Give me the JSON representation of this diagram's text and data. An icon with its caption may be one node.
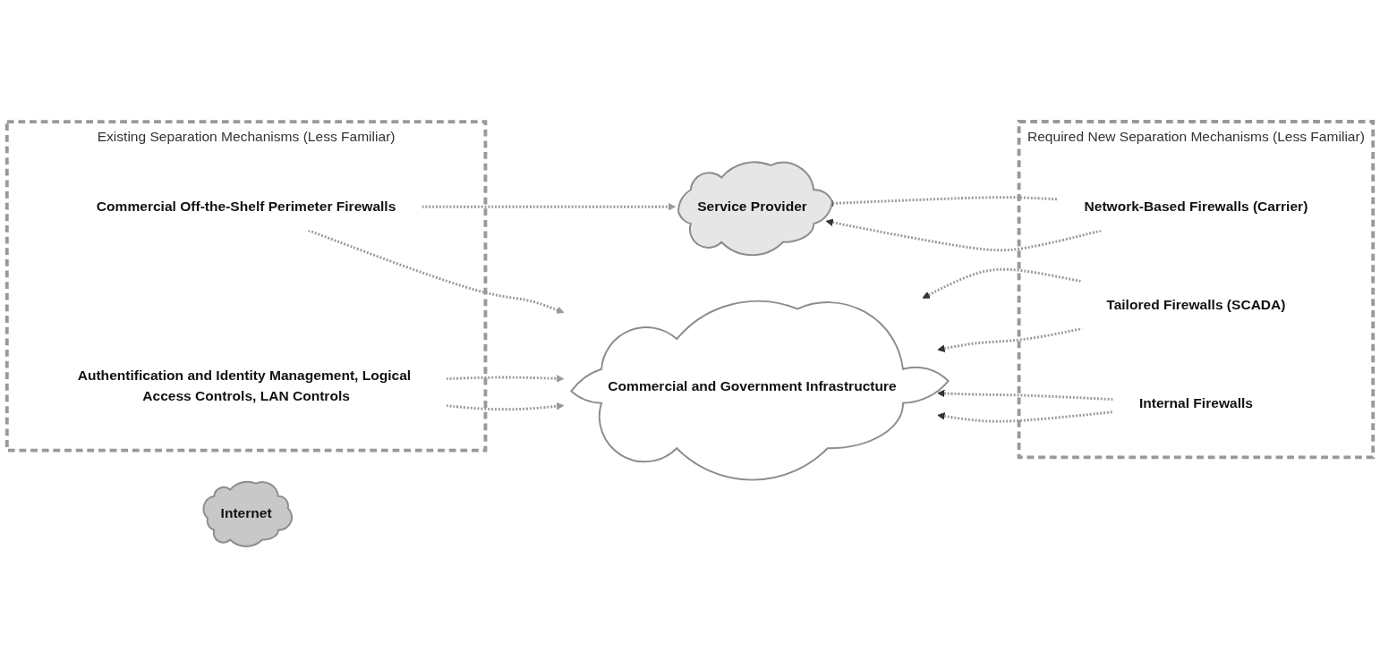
{
  "diagram": {
    "nodes": [
      {
        "text": [
          "Existing Separation Mechanisms (Less Familiar)"
        ]
      },
      {
        "text": [
          "Commercial Off-the-Shelf Perimeter Firewalls"
        ],
        "in": 0
      },
      {
        "text": [
          "Authentification and Identity Management, Logical Access Controls, LAN Controls"
        ],
        "in": 0
      },
      {
        "text": [
          "Internet"
        ]
      },
      {
        "text": [
          "Service Provider"
        ]
      },
      {
        "text": [
          "Commercial and Government Infrastructure"
        ]
      },
      {
        "text": [
          "Required New Separation Mechanisms (Less Familiar)"
        ]
      },
      {
        "text": [
          "Network-Based Firewalls (Carrier)"
        ],
        "in": 6
      },
      {
        "text": [
          "Tailored Firewalls (SCADA)"
        ],
        "in": 6
      },
      {
        "text": [
          "Internal Firewalls"
        ],
        "in": 6
      }
    ],
    "edges": [
      {
        "from": 1,
        "to": 4,
        "arrow": "to",
        "style": "dashed"
      },
      {
        "from": 1,
        "to": 5,
        "arrow": "to",
        "style": "dashed"
      },
      {
        "from": 2,
        "to": 5,
        "arrow": "to",
        "style": "dashed"
      },
      {
        "from": 2,
        "to": 5,
        "arrow": "to",
        "style": "dashed"
      },
      {
        "from": 7,
        "to": 4,
        "arrow": "to",
        "style": "dashed"
      },
      {
        "from": 7,
        "to": 4,
        "arrow": "to",
        "style": "dashed"
      },
      {
        "from": 8,
        "to": 5,
        "arrow": "to",
        "style": "dashed"
      },
      {
        "from": 8,
        "to": 5,
        "arrow": "to",
        "style": "dashed"
      },
      {
        "from": 9,
        "to": 5,
        "arrow": "to",
        "style": "dashed"
      },
      {
        "from": 9,
        "to": 5,
        "arrow": "to",
        "style": "dashed"
      }
    ]
  }
}
